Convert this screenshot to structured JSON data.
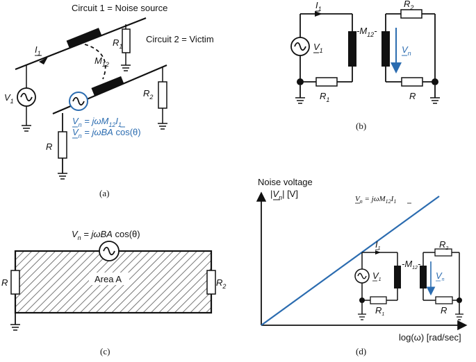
{
  "colors": {
    "ink": "#111111",
    "accent": "#2b6cb0",
    "area_hatch": "#9a9a9a"
  },
  "panels": {
    "a": {
      "caption": "(a)",
      "circuit1_label": "Circuit 1 = Noise source",
      "circuit2_label": "Circuit 2 = Victim",
      "current": "I1",
      "mutual": "M12",
      "source": "V1",
      "r1": "R1",
      "r2": "R2",
      "r": "R",
      "eq1": "Vn = jωM12I1",
      "eq2": "Vn = jωBAcos(θ)"
    },
    "b": {
      "caption": "(b)",
      "current": "I1",
      "mutual": "-M12-",
      "source": "V1",
      "induced": "Vn",
      "r1": "R1",
      "r2": "R2",
      "r": "R"
    },
    "c": {
      "caption": "(c)",
      "equation": "Vn = jωBAcos(θ)",
      "area": "Area A",
      "r": "R",
      "r2": "R2"
    },
    "d": {
      "caption": "(d)",
      "y_title": "Noise voltage",
      "y_unit": "|Vn| [V]",
      "x_label": "log(ω) [rad/sec]",
      "line_label": "Vn = jωM12I1",
      "inset": {
        "current": "I1",
        "mutual": "-M12-",
        "source": "V1",
        "induced": "Vn",
        "r1": "R1",
        "r2": "R2",
        "r": "R"
      }
    }
  },
  "chart_data": {
    "type": "line",
    "title": "",
    "ylabel": "Noise voltage |Vn| [V]",
    "xlabel": "log(ω) [rad/sec]",
    "series": [
      {
        "name": "Vn = jωM12I1",
        "x": [
          0,
          1
        ],
        "y": [
          0,
          1
        ]
      }
    ],
    "scale": "log-log",
    "grid": false,
    "legend": "none"
  }
}
